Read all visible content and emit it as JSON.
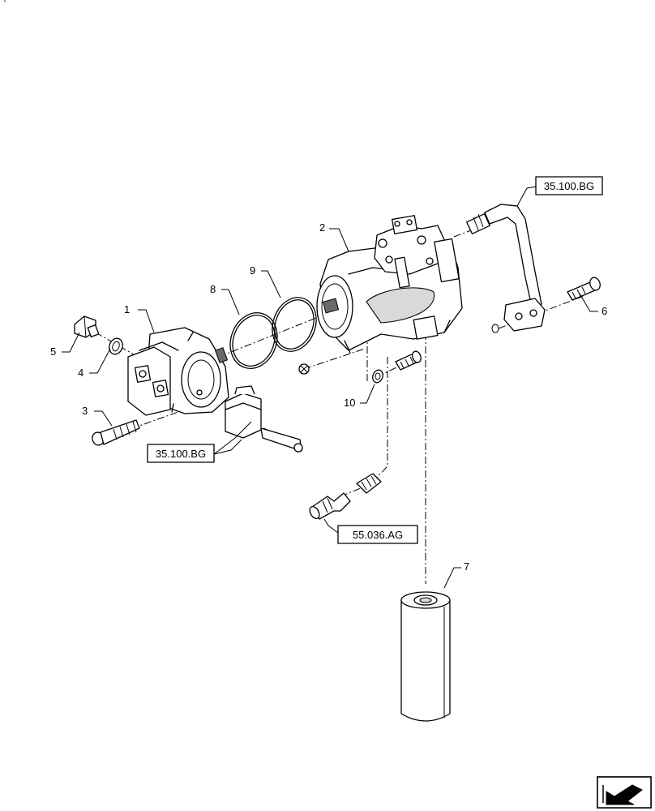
{
  "callouts": [
    {
      "id": "1",
      "text": "1"
    },
    {
      "id": "2",
      "text": "2"
    },
    {
      "id": "3",
      "text": "3"
    },
    {
      "id": "4",
      "text": "4"
    },
    {
      "id": "5",
      "text": "5"
    },
    {
      "id": "6",
      "text": "6"
    },
    {
      "id": "7",
      "text": "7"
    },
    {
      "id": "8",
      "text": "8"
    },
    {
      "id": "9",
      "text": "9"
    },
    {
      "id": "10",
      "text": "10"
    }
  ],
  "references": {
    "ref_top_right": "35.100.BG",
    "ref_left": "35.100.BG",
    "ref_bottom": "55.036.AG"
  },
  "nav": {
    "icon": "next-page-arrow-icon"
  }
}
